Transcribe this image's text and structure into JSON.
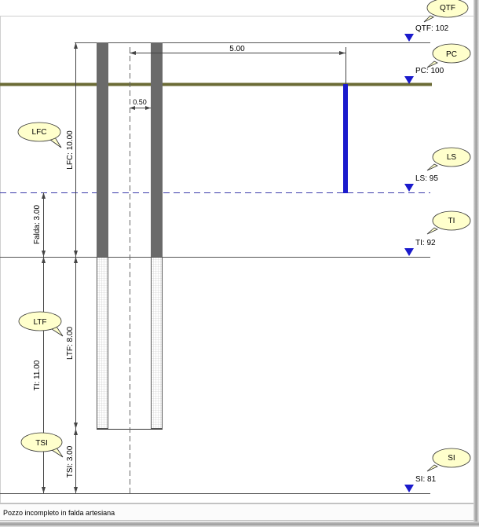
{
  "levels": {
    "qtf": {
      "label": "QTF: 102",
      "bubble": "QTF"
    },
    "pc": {
      "label": "PC: 100",
      "bubble": "PC"
    },
    "ls": {
      "label": "LS: 95",
      "bubble": "LS"
    },
    "ti": {
      "label": "TI: 92",
      "bubble": "TI"
    },
    "si": {
      "label": "SI: 81",
      "bubble": "SI"
    }
  },
  "dimensions": {
    "lfc": "LFC: 10.00",
    "falda": "Falda: 3.00",
    "ti": "TI: 11.00",
    "ltf": "LTF: 8.00",
    "tsi": "TSI: 3.00",
    "width": "0.50",
    "distance": "5.00"
  },
  "callouts": {
    "lfc": "LFC",
    "ltf": "LTF",
    "tsi": "TSI"
  },
  "status_text": "Pozzo incompleto in falda artesiana",
  "colors": {
    "ground": "#6b6b36",
    "casing": "#6a6a6a",
    "water_line": "#3a3aaa",
    "piezometer": "#1a1acc",
    "marker": "#1a1acc",
    "bubble_fill": "#ffffcc"
  }
}
